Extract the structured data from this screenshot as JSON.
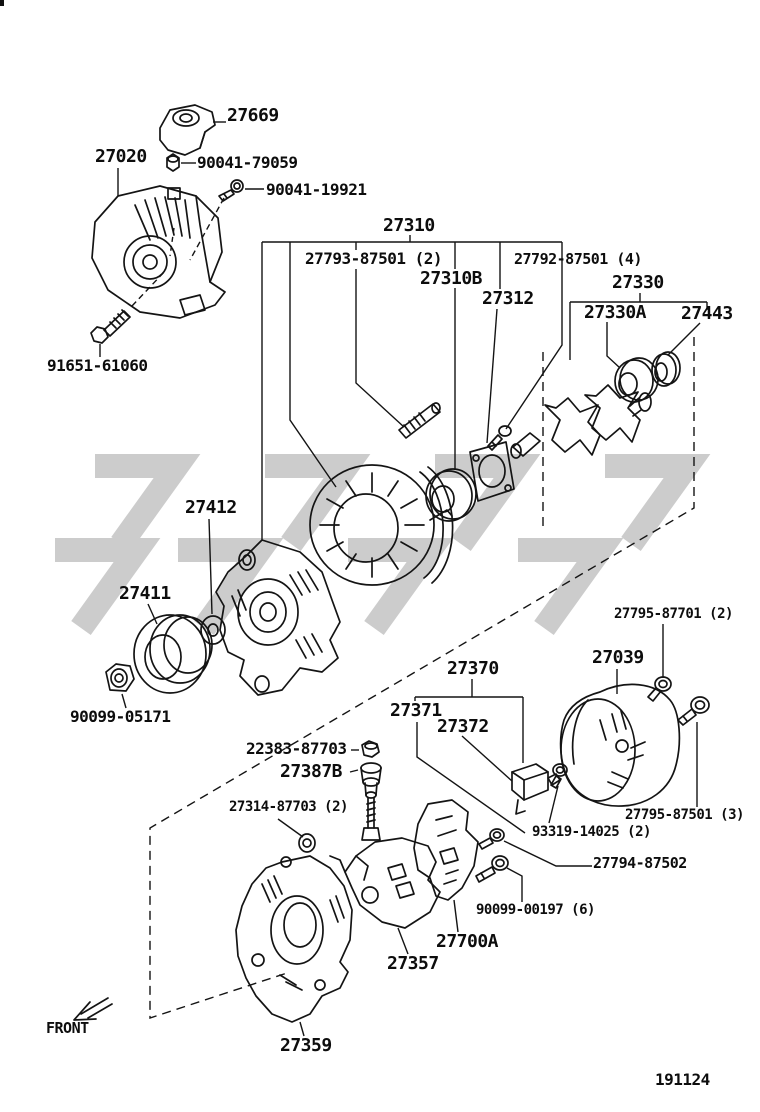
{
  "page": {
    "background": "#ffffff",
    "line_color": "#141414",
    "watermark_color": "#cccccc"
  },
  "labels": {
    "terminal_cap": "27669",
    "alternator_assy": "27020",
    "nut_small": "90041-79059",
    "adjusting_screw": "90041-19921",
    "pivot_bolt": "91651-61060",
    "alternator_kit": "27310",
    "stud_bolts": "27793-87501 (2)",
    "front_bearing": "27310B",
    "bearing_retainer": "27312",
    "kit_screws": "27792-87501 (4)",
    "rotor_assy": "27330",
    "rear_bearing": "27330A",
    "bearing_collar": "27443",
    "pulley_washer": "27412",
    "pulley": "27411",
    "pulley_nut": "90099-05171",
    "regulator_kit": "27370",
    "regulator_sub1": "27371",
    "regulator_sub2": "27372",
    "end_cover": "27039",
    "cover_bolt_a": "27795-87701 (2)",
    "cover_bolt_b": "27795-87501 (3)",
    "regulator_screws": "93319-14025 (2)",
    "holder_screw": "27794-87502",
    "rectifier_screws": "90099-00197 (6)",
    "rectifier": "27700A",
    "brush_holder": "27357",
    "terminal_nut": "22383-87703",
    "terminal_insulator": "27387B",
    "holder_insulators": "27314-87703 (2)",
    "front_marker": "FRONT",
    "rear_frame": "27359",
    "figure_code": "191124"
  }
}
